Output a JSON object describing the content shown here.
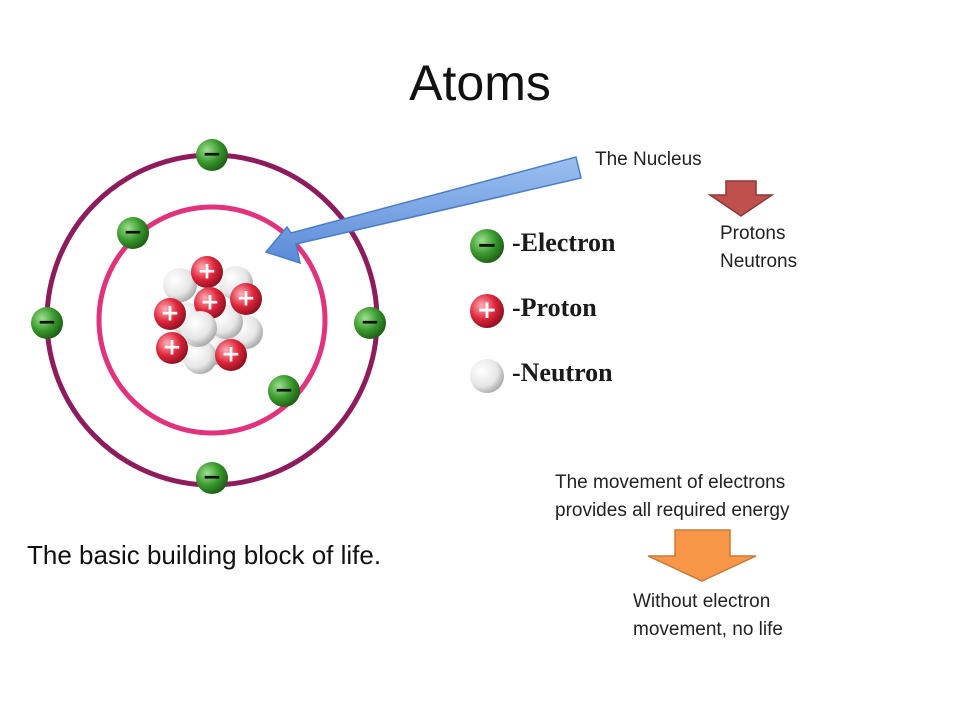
{
  "title": "Atoms",
  "annotations": {
    "nucleus": "The Nucleus",
    "nucleus_parts": [
      "Protons",
      "Neutrons"
    ],
    "energy_lines": [
      "The movement of electrons",
      "provides all required energy"
    ],
    "no_life_lines": [
      "Without electron",
      "movement, no life"
    ]
  },
  "caption": "The basic building block of life.",
  "legend": [
    {
      "symbol": "−",
      "label": "-Electron",
      "color": "#3a9a2e"
    },
    {
      "symbol": "+",
      "label": "-Proton",
      "color": "#e0263c"
    },
    {
      "symbol": "",
      "label": "-Neutron",
      "color": "#e6e6e6"
    }
  ],
  "colors": {
    "outer_orbit": "#8e1b5c",
    "inner_orbit": "#e3327c",
    "electron": "#3a9a2e",
    "proton": "#e0263c",
    "neutron": "#e8e8e8",
    "pointer_arrow": "#6e9de0",
    "red_down_arrow": "#c0504d",
    "orange_down_arrow": "#f79646"
  },
  "symbols": {
    "electron": "−",
    "proton": "+"
  }
}
